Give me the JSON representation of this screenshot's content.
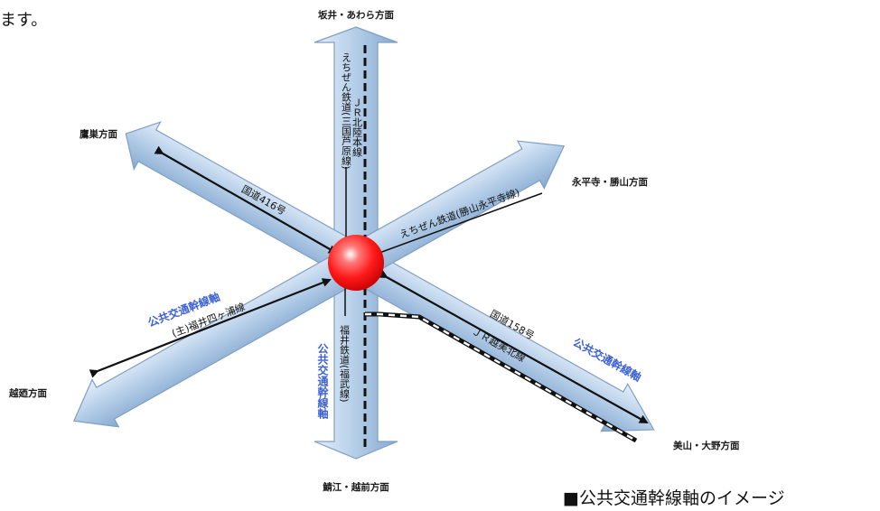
{
  "intro_fragment": "ます。",
  "caption": "■公共交通幹線軸のイメージ",
  "destinations": {
    "north": "坂井・あわら方面",
    "northwest": "鷹巣方面",
    "east": "永平寺・勝山方面",
    "west": "越廼方面",
    "south": "鯖江・越前方面",
    "southeast": "美山・大野方面"
  },
  "routes": {
    "echizen_mikuni": "えちぜん鉄道(三国芦原線)",
    "jr_hokuriku": "ＪＲ北陸本線",
    "route416": "国道416号",
    "echizen_katsuyama": "えちぜん鉄道(勝山永平寺線)",
    "fukui_yokaura": "(主)福井四ヶ浦線",
    "fukui_railway": "福井鉄道(福武線)",
    "route158": "国道158号",
    "jr_etsumi": "ＪＲ越美北線"
  },
  "axis_label": "公共交通幹線軸",
  "colors": {
    "arrow_fill": "#aac6e4",
    "arrow_edge": "#7f9fc4",
    "hub": "#ff1a1a",
    "axis_label": "#3a5fd6"
  }
}
